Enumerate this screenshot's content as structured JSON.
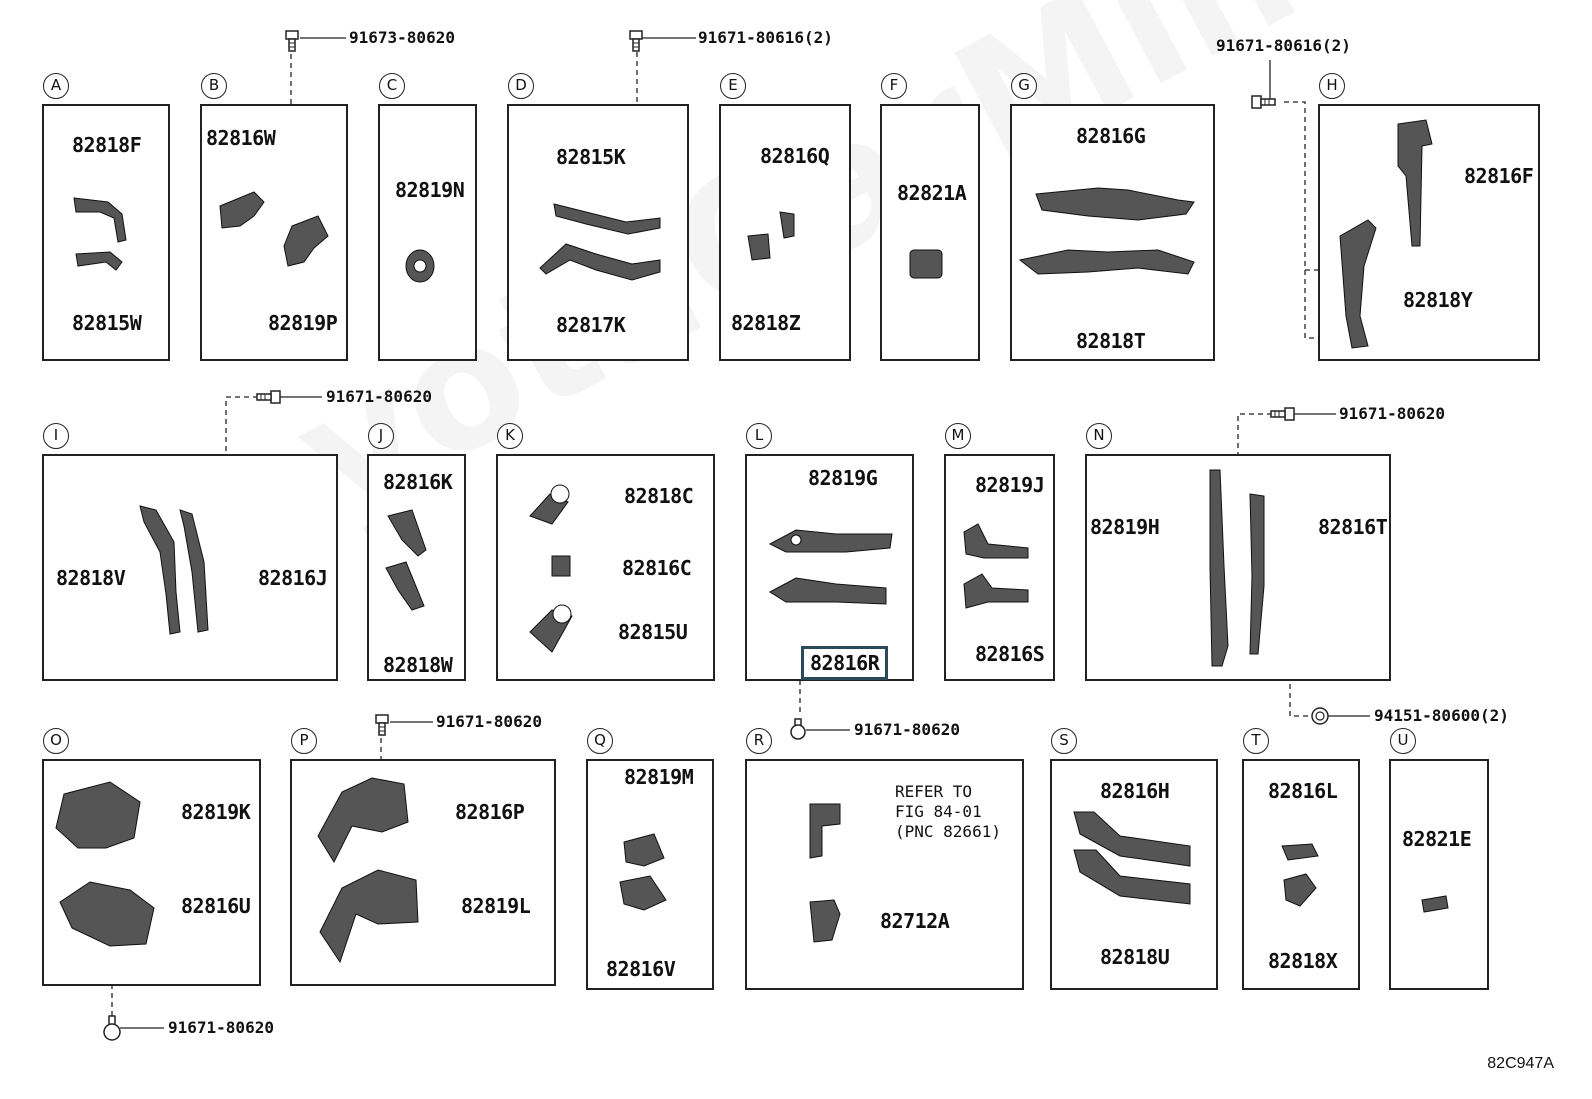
{
  "watermark": "ToyotaCarMine.ru",
  "diagram_code": "82C947A",
  "panels": {
    "A": {
      "letter": "A",
      "parts": [
        "82818F",
        "82815W"
      ]
    },
    "B": {
      "letter": "B",
      "parts": [
        "82816W",
        "82819P"
      ]
    },
    "C": {
      "letter": "C",
      "parts": [
        "82819N"
      ]
    },
    "D": {
      "letter": "D",
      "parts": [
        "82815K",
        "82817K"
      ]
    },
    "E": {
      "letter": "E",
      "parts": [
        "82816Q",
        "82818Z"
      ]
    },
    "F": {
      "letter": "F",
      "parts": [
        "82821A"
      ]
    },
    "G": {
      "letter": "G",
      "parts": [
        "82816G",
        "82818T"
      ]
    },
    "H": {
      "letter": "H",
      "parts": [
        "82816F",
        "82818Y"
      ]
    },
    "I": {
      "letter": "I",
      "parts": [
        "82818V",
        "82816J"
      ]
    },
    "J": {
      "letter": "J",
      "parts": [
        "82816K",
        "82818W"
      ]
    },
    "K": {
      "letter": "K",
      "parts": [
        "82818C",
        "82816C",
        "82815U"
      ]
    },
    "L": {
      "letter": "L",
      "parts": [
        "82819G",
        "82816R"
      ]
    },
    "M": {
      "letter": "M",
      "parts": [
        "82819J",
        "82816S"
      ]
    },
    "N": {
      "letter": "N",
      "parts": [
        "82819H",
        "82816T"
      ]
    },
    "O": {
      "letter": "O",
      "parts": [
        "82819K",
        "82816U"
      ]
    },
    "P": {
      "letter": "P",
      "parts": [
        "82816P",
        "82819L"
      ]
    },
    "Q": {
      "letter": "Q",
      "parts": [
        "82819M",
        "82816V"
      ]
    },
    "R": {
      "letter": "R",
      "parts": [
        "82712A"
      ],
      "note": "REFER TO\nFIG 84-01\n(PNC 82661)"
    },
    "S": {
      "letter": "S",
      "parts": [
        "82816H",
        "82818U"
      ]
    },
    "T": {
      "letter": "T",
      "parts": [
        "82816L",
        "82818X"
      ]
    },
    "U": {
      "letter": "U",
      "parts": [
        "82821E"
      ]
    }
  },
  "fasteners": {
    "b": "91673-80620",
    "d": "91671-80616(2)",
    "h": "91671-80616(2)",
    "i": "91671-80620",
    "n": "91671-80620",
    "n2": "94151-80600(2)",
    "l": "91671-80620",
    "p": "91671-80620",
    "o": "91671-80620"
  },
  "highlighted_part": "82816R"
}
